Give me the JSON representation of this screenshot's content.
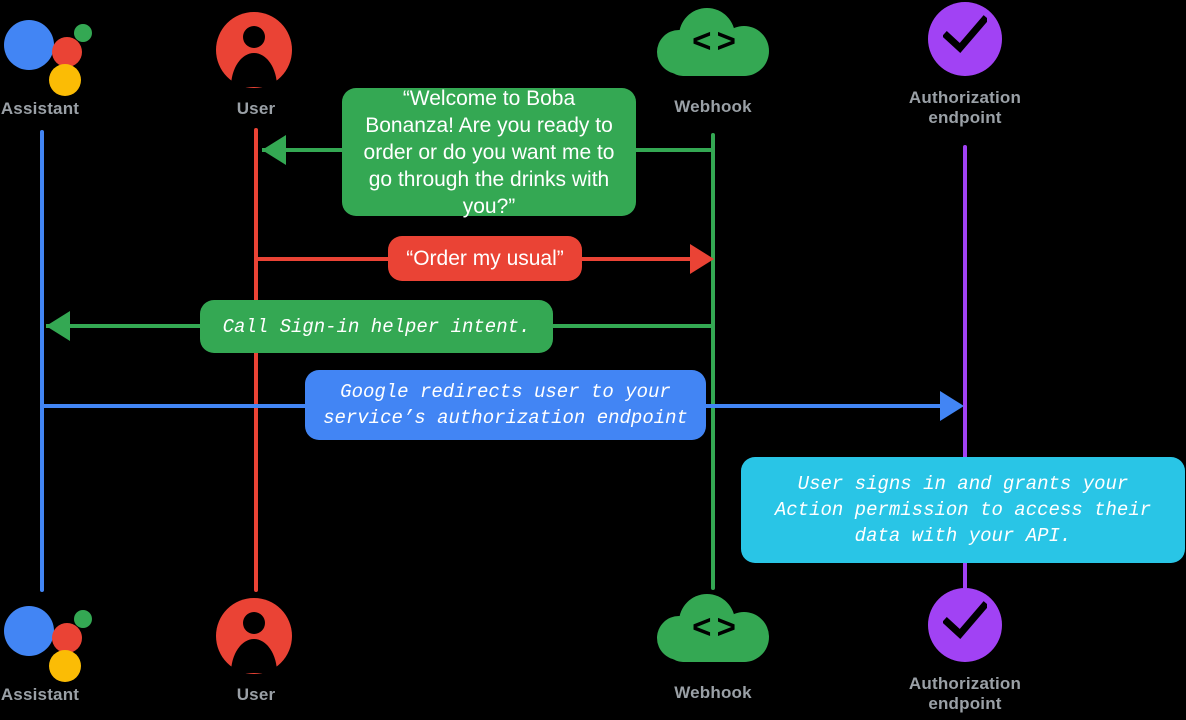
{
  "diagram": {
    "title": "Account linking sequence diagram",
    "background": "#000000",
    "actors": [
      {
        "id": "assistant-top",
        "label": "Assistant",
        "icon": "google-assistant-icon",
        "lifeline_color": "#4285f4"
      },
      {
        "id": "user-top",
        "label": "User",
        "icon": "user-avatar-icon",
        "lifeline_color": "#ea4335"
      },
      {
        "id": "webhook-top",
        "label": "Webhook",
        "icon": "cloud-code-icon",
        "lifeline_color": "#34a853"
      },
      {
        "id": "auth-top",
        "label": "Authorization\nendpoint",
        "icon": "purple-checkmark-icon",
        "lifeline_color": "#a142f4"
      }
    ],
    "actors_bottom": [
      {
        "id": "assistant-bottom",
        "label": "Assistant",
        "icon": "google-assistant-icon"
      },
      {
        "id": "user-bottom",
        "label": "User",
        "icon": "user-avatar-icon"
      },
      {
        "id": "webhook-bottom",
        "label": "Webhook",
        "icon": "cloud-code-icon"
      },
      {
        "id": "auth-bottom",
        "label": "Authorization\nendpoint",
        "icon": "purple-checkmark-icon"
      }
    ],
    "messages": [
      {
        "id": "msg-welcome",
        "text": "“Welcome to Boba Bonanza! Are you ready to order or do you want me to go through the drinks with you?”",
        "from": "webhook",
        "to": "user",
        "direction": "left",
        "color": "#34a853",
        "style": "sans"
      },
      {
        "id": "msg-order",
        "text": "“Order my usual”",
        "from": "user",
        "to": "webhook",
        "direction": "right",
        "color": "#ea4335",
        "style": "sans"
      },
      {
        "id": "msg-signin",
        "text": "Call Sign-in helper intent.",
        "from": "webhook",
        "to": "assistant",
        "direction": "left",
        "color": "#34a853",
        "style": "mono"
      },
      {
        "id": "msg-redirect",
        "text": "Google redirects user to your service’s authorization endpoint",
        "from": "assistant",
        "to": "auth",
        "direction": "right",
        "color": "#4285f4",
        "style": "mono"
      },
      {
        "id": "msg-grant",
        "text": "User signs in and grants your Action permission to access their data with your API.",
        "from": "auth",
        "to": "auth",
        "direction": "none",
        "color": "#29c5e6",
        "style": "mono"
      }
    ],
    "colors": {
      "google_blue": "#4285f4",
      "google_red": "#ea4335",
      "google_green": "#34a853",
      "google_yellow": "#fbbc05",
      "purple": "#a142f4",
      "cyan": "#29c5e6",
      "label_gray": "#9aa0a6",
      "background": "#000000"
    }
  }
}
